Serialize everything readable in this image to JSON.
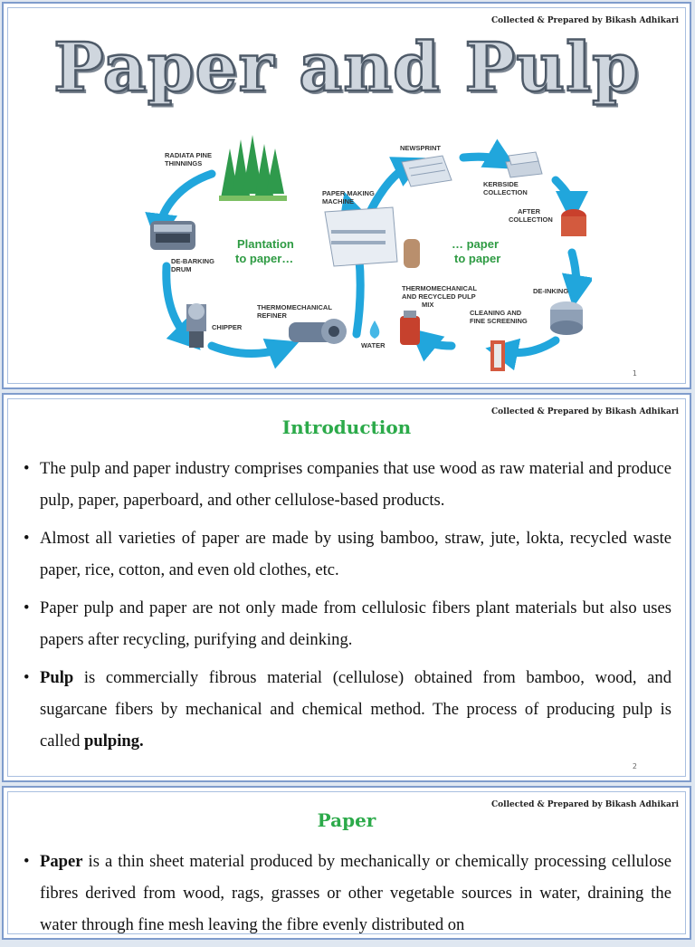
{
  "credit": "Collected & Prepared by Bikash Adhikari",
  "slide1": {
    "title": "Paper and Pulp",
    "page": "1",
    "diagram": {
      "labels": {
        "pine": [
          "RADIATA PINE",
          "THINNINGS"
        ],
        "debark": [
          "DE-BARKING",
          "DRUM"
        ],
        "chipper": "CHIPPER",
        "refiner": [
          "THERMOMECHANICAL",
          "REFINER"
        ],
        "water": "WATER",
        "papermaking": [
          "PAPER MAKING",
          "MACHINE"
        ],
        "newsprint": "NEWSPRINT",
        "kerbside": [
          "KERBSIDE",
          "COLLECTION"
        ],
        "after": [
          "AFTER",
          "COLLECTION"
        ],
        "deinking": "DE-INKING",
        "cleaning": [
          "CLEANING AND",
          "FINE SCREENING"
        ],
        "mix": [
          "THERMOMECHANICAL",
          "AND RECYCLED PULP",
          "MIX"
        ]
      },
      "left_caption": [
        "Plantation",
        "to paper…"
      ],
      "right_caption": [
        "… paper",
        "to paper"
      ],
      "colors": {
        "arrow": "#21a6dc",
        "caption": "#2e9b43",
        "tree": "#2f9a4c"
      }
    }
  },
  "slide2": {
    "title": "Introduction",
    "page": "2",
    "bullets": [
      {
        "text": "The pulp and paper industry comprises companies that use wood as raw  material and produce pulp, paper, paperboard, and other cellulose-based products."
      },
      {
        "text": "Almost all varieties of paper are made by using bamboo, straw, jute, lokta, recycled waste paper, rice, cotton, and even old clothes, etc."
      },
      {
        "text": "Paper pulp and paper are not only made from cellulosic fibers plant  materials but also uses papers after recycling, purifying and deinking."
      },
      {
        "bold": "Pulp",
        "text": " is commercially fibrous material (cellulose) obtained from bamboo, wood, and sugarcane fibers by mechanical and  chemical method. The process of producing pulp is called ",
        "bold_end": "pulping."
      }
    ]
  },
  "slide3": {
    "title": "Paper",
    "bullets": [
      {
        "bold": "Paper",
        "text": " is a thin sheet material produced by mechanically or chemically processing cellulose fibres derived from wood, rags, grasses or other vegetable sources in water, draining the water through fine mesh leaving the fibre evenly distributed on"
      }
    ]
  }
}
